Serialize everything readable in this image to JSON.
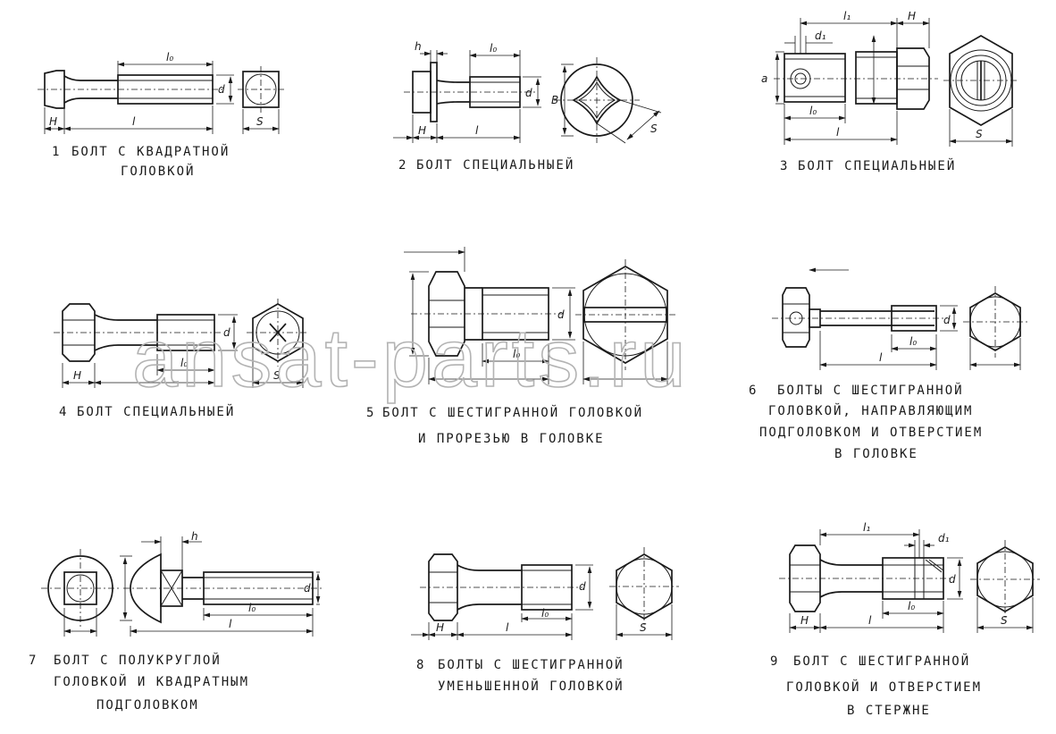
{
  "watermark": "ansat-parts.ru",
  "items": [
    {
      "num": "1",
      "lines": [
        "БОЛТ С КВАДРАТНОЙ",
        "ГОЛОВКОЙ"
      ],
      "dims": {
        "l0": "l₀",
        "d": "d",
        "H": "H",
        "l": "l",
        "S": "S"
      }
    },
    {
      "num": "2",
      "lines": [
        "БОЛТ СПЕЦИАЛЬНЫЕЙ"
      ],
      "dims": {
        "h": "h",
        "l0": "l₀",
        "d": "d",
        "H": "H",
        "l": "l",
        "B": "B",
        "S": "S"
      }
    },
    {
      "num": "3",
      "lines": [
        "БОЛТ СПЕЦИАЛЬНЫЕЙ"
      ],
      "dims": {
        "l1": "l₁",
        "H": "H",
        "d1": "d₁",
        "a": "a",
        "l0": "l₀",
        "l": "l",
        "S": "S"
      }
    },
    {
      "num": "4",
      "lines": [
        "БОЛТ СПЕЦИАЛЬНЫЕЙ"
      ],
      "dims": {
        "d": "d",
        "l0": "l₀",
        "H": "H",
        "S": "S"
      }
    },
    {
      "num": "5",
      "lines": [
        "БОЛТ С ШЕСТИГРАННОЙ ГОЛОВКОЙ",
        "И ПРОРЕЗЬЮ В ГОЛОВКЕ"
      ],
      "dims": {
        "d": "d",
        "l0": "l₀"
      }
    },
    {
      "num": "6",
      "lines": [
        "БОЛТЫ С ШЕСТИГРАННОЙ",
        "ГОЛОВКОЙ, НАПРАВЛЯЮЩИМ",
        "ПОДГОЛОВКОМ И ОТВЕРСТИЕМ",
        "В ГОЛОВКЕ"
      ],
      "dims": {
        "d": "d",
        "l0": "l₀",
        "l": "l"
      }
    },
    {
      "num": "7",
      "lines": [
        "БОЛТ С ПОЛУКРУГЛОЙ",
        "ГОЛОВКОЙ И КВАДРАТНЫМ",
        "ПОДГОЛОВКОМ"
      ],
      "dims": {
        "h": "h",
        "d": "d",
        "l0": "l₀",
        "l": "l"
      }
    },
    {
      "num": "8",
      "lines": [
        "БОЛТЫ С ШЕСТИГРАННОЙ",
        "УМЕНЬШЕННОЙ ГОЛОВКОЙ"
      ],
      "dims": {
        "d": "d",
        "l0": "l₀",
        "H": "H",
        "l": "l",
        "S": "S"
      }
    },
    {
      "num": "9",
      "lines": [
        "БОЛТ С ШЕСТИГРАННОЙ",
        "ГОЛОВКОЙ И ОТВЕРСТИЕМ",
        "В СТЕРЖНЕ"
      ],
      "dims": {
        "l1": "l₁",
        "d1": "d₁",
        "d": "d",
        "l0": "l₀",
        "H": "H",
        "l": "l",
        "S": "S"
      }
    }
  ]
}
